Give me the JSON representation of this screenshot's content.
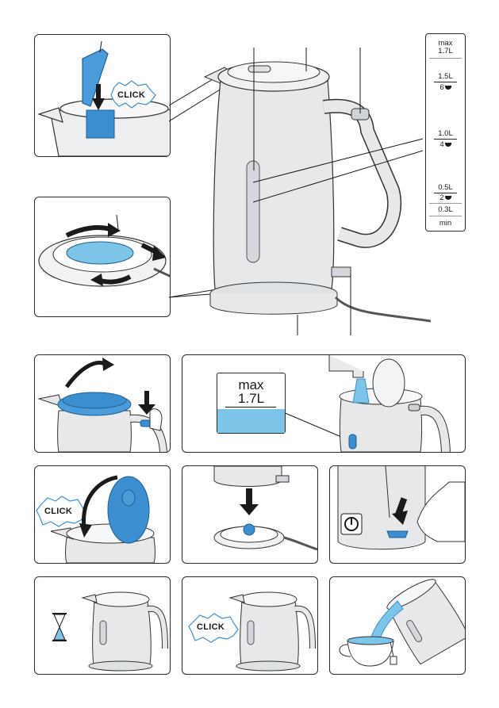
{
  "figure": {
    "click_label": "CLICK",
    "fill_scale": {
      "max_word": "max",
      "max_volume": "1.7L",
      "level_1_5": "1.5L",
      "cups_6": "6",
      "level_1_0": "1.0L",
      "cups_4": "4",
      "level_0_5": "0.5L",
      "cups_2": "2",
      "level_0_3": "0.3L",
      "min_word": "min"
    },
    "max_indicator": {
      "max_word": "max",
      "max_volume": "1.7L"
    },
    "icons": [
      "hourglass-icon",
      "power-icon",
      "cup-icon",
      "arrow-icon"
    ],
    "colors": {
      "accent_blue": "#3b8fd1",
      "water_blue": "#7cc4e8",
      "kettle_grey": "#e6e8ea",
      "outline": "#2b2b2b"
    }
  }
}
